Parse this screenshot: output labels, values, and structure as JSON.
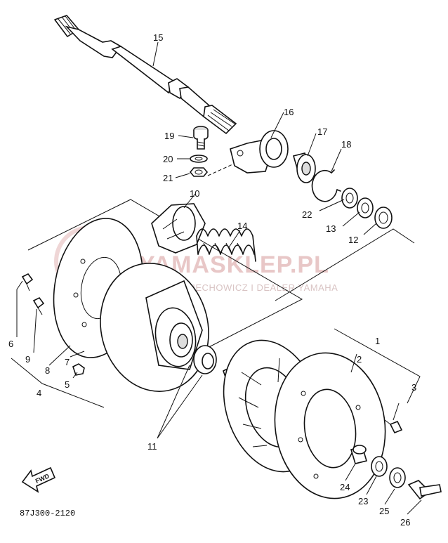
{
  "figure": {
    "code": "87J300-2120",
    "fwd_label": "FWD"
  },
  "watermark": {
    "brand": "YAMASKLEP.PL",
    "subtitle": "WOJCIECHOWICZ I DEALER YAMAHA",
    "color": "#e8c7c7"
  },
  "callouts": {
    "p1": "1",
    "p2": "2",
    "p3": "3",
    "p4": "4",
    "p5": "5",
    "p6": "6",
    "p7": "7",
    "p8": "8",
    "p9": "9",
    "p10": "10",
    "p11": "11",
    "p12": "12",
    "p13": "13",
    "p14": "14",
    "p15": "15",
    "p16": "16",
    "p17": "17",
    "p18": "18",
    "p19": "19",
    "p20": "20",
    "p21": "21",
    "p22": "22",
    "p23": "23",
    "p24": "24",
    "p25": "25",
    "p26": "26"
  }
}
